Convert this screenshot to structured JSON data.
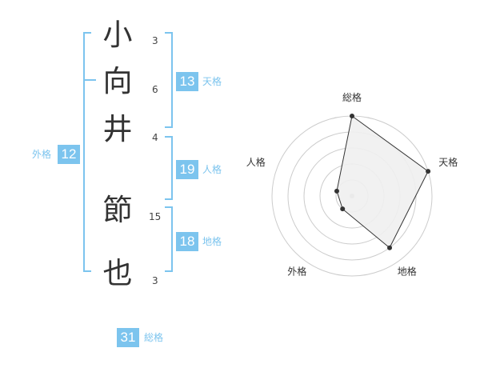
{
  "name_characters": [
    {
      "char": "小",
      "strokes": "3"
    },
    {
      "char": "向",
      "strokes": "6"
    },
    {
      "char": "井",
      "strokes": "4"
    },
    {
      "char": "節",
      "strokes": "15"
    },
    {
      "char": "也",
      "strokes": "3"
    }
  ],
  "fortunes": {
    "gaikaku": {
      "value": "12",
      "label": "外格"
    },
    "tenkaku": {
      "value": "13",
      "label": "天格"
    },
    "jinkaku": {
      "value": "19",
      "label": "人格"
    },
    "chikaku": {
      "value": "18",
      "label": "地格"
    },
    "soukaku": {
      "value": "31",
      "label": "総格"
    }
  },
  "colors": {
    "accent": "#7cc4ee",
    "text": "#333333",
    "grid": "#cccccc",
    "fill": "#f0f0f0"
  },
  "chart_data": {
    "type": "radar",
    "axes": [
      "総格",
      "天格",
      "地格",
      "外格",
      "人格"
    ],
    "values": [
      5,
      5,
      4,
      1,
      1
    ],
    "rmax": 5,
    "rings": 5,
    "grid": true
  }
}
